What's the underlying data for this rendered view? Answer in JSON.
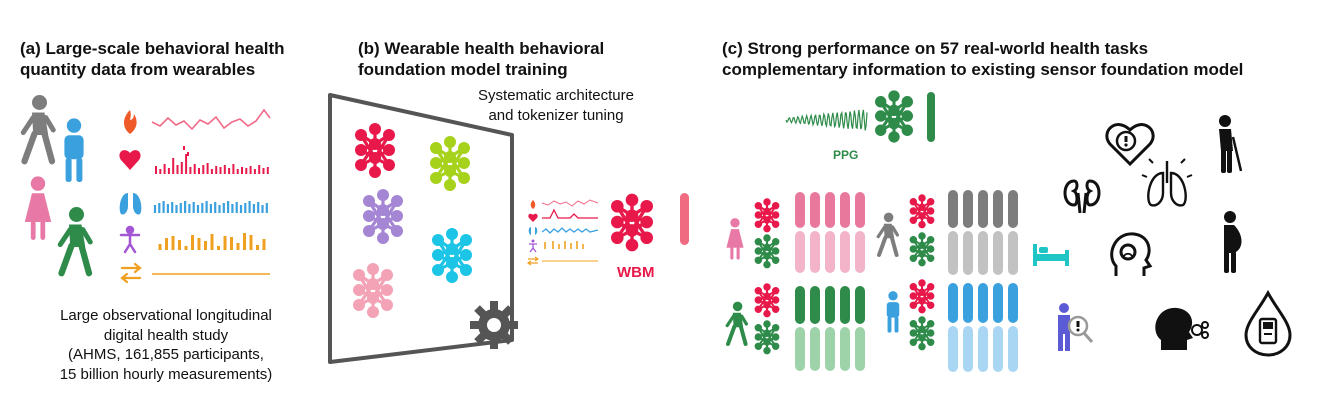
{
  "panel_a": {
    "title": "(a) Large-scale behavioral health\nquantity data  from wearables",
    "caption": "Large observational longitudinal\ndigital health study\n(AHMS, 161,855 participants,\n15 billion hourly measurements)"
  },
  "panel_b": {
    "title": "(b) Wearable health behavioral\nfoundation model training",
    "tuning_note": "Systematic architecture\nand tokenizer tuning",
    "model_label": "WBM"
  },
  "panel_c": {
    "title": "(c) Strong performance on 57 real-world health tasks\ncomplementary information to existing sensor foundation model",
    "sensor_label": "PPG"
  },
  "icons": {
    "panel_a": [
      "walking-person-icon",
      "standing-man-icon",
      "standing-woman-icon",
      "walking-person-icon",
      "flame-icon",
      "heart-icon",
      "lungs-icon",
      "activity-person-icon",
      "arrows-icon"
    ],
    "panel_c": [
      "heart-alert-icon",
      "kidneys-icon",
      "lungs-icon",
      "person-with-cane-icon",
      "bed-icon",
      "sad-head-icon",
      "pregnant-woman-icon",
      "person-search-icon",
      "coughing-head-icon",
      "glucose-drop-icon",
      "gear-icon"
    ]
  },
  "colors": {
    "red": "#e8194a",
    "lime": "#a7d21c",
    "purple": "#a586d4",
    "cyan": "#1cc4e6",
    "pink": "#f3a3b5",
    "green": "#2e8b4a",
    "orange": "#f0a020",
    "blue": "#3aa1de",
    "gray": "#7d7d7d"
  }
}
